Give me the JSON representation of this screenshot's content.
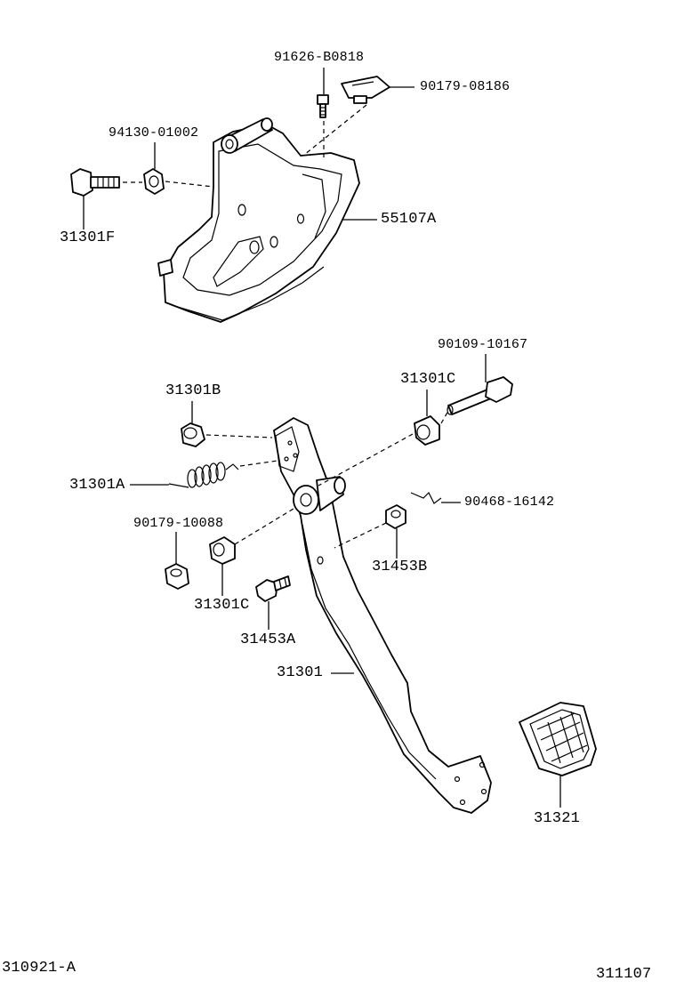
{
  "diagram": {
    "part_numbers": {
      "p91626": "91626-B0818",
      "p90179a": "90179-08186",
      "p94130": "94130-01002",
      "p31301F": "31301F",
      "p55107A": "55107A",
      "p90109": "90109-10167",
      "p31301B": "31301B",
      "p31301C_right": "31301C",
      "p31301A": "31301A",
      "p90468": "90468-16142",
      "p90179b": "90179-10088",
      "p31453B": "31453B",
      "p31301C_left": "31301C",
      "p31453A": "31453A",
      "p31301": "31301",
      "p31321": "31321"
    },
    "footer": {
      "left_code": "310921-A",
      "right_code": "311107"
    }
  }
}
